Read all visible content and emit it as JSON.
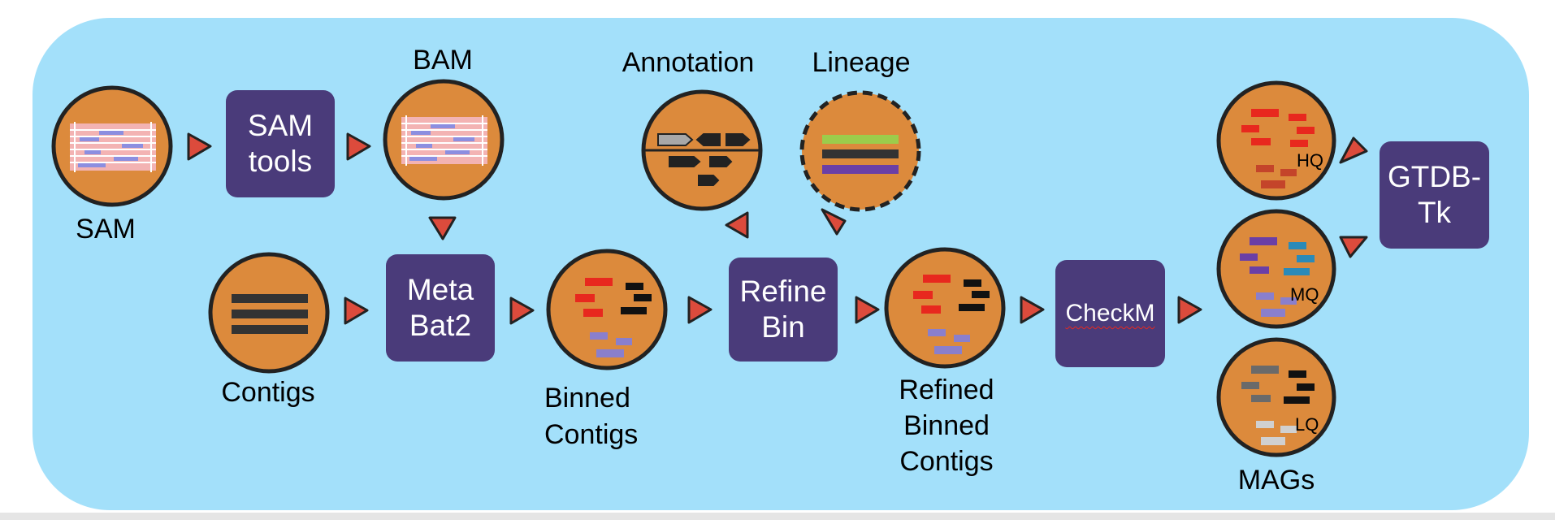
{
  "diagram": {
    "title": "",
    "inputs": {
      "sam": "SAM",
      "bam": "BAM",
      "contigs": "Contigs"
    },
    "tools": {
      "samtools": "SAM\ntools",
      "metabat2": "Meta\nBat2",
      "refinebin": "Refine\nBin",
      "checkm": "CheckM",
      "gtdbtk": "GTDB-\nTk"
    },
    "outputs": {
      "annotation": "Annotation",
      "lineage": "Lineage",
      "binned_contigs": "Binned\nContigs",
      "refined_binned_contigs": "Refined\nBinned\nContigs",
      "mags": "MAGs"
    },
    "quality_tags": {
      "hq": "HQ",
      "mq": "MQ",
      "lq": "LQ"
    },
    "colors": {
      "panel": "#a3e0fa",
      "circle_fill": "#dc8a3c",
      "circle_stroke": "#222222",
      "tool_box": "#4a3b7a",
      "arrow": "#dc4b3c",
      "bin_red": "#e8281e",
      "bin_purple": "#8a7fcc",
      "lineage_green": "#9ccc4b",
      "lineage_dark": "#333333",
      "lineage_purple": "#6b3fa6"
    }
  }
}
